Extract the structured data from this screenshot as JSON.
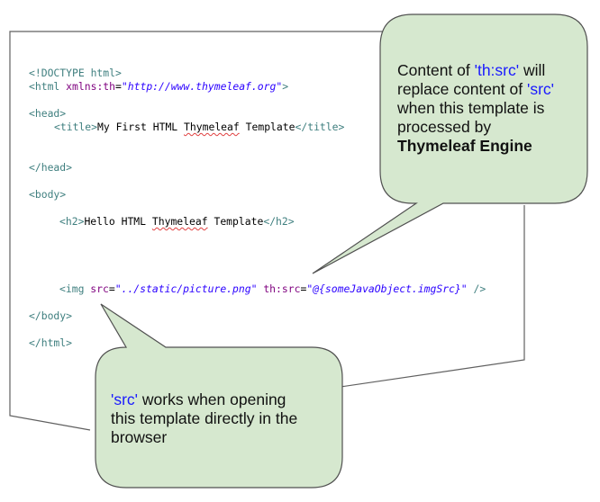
{
  "code": {
    "doctype": "<!DOCTYPE html>",
    "html_open": {
      "tag_start": "<html ",
      "attr": "xmlns:th",
      "eq": "=",
      "value": "\"http://www.thymeleaf.org\"",
      "tag_end": ">"
    },
    "head_open": "<head>",
    "title_line": {
      "open": "<title>",
      "text_before": "My First HTML ",
      "squiggle": "Thymeleaf",
      "text_after": " Template",
      "close": "</title>"
    },
    "head_close": "</head>",
    "body_open": "<body>",
    "h2_line": {
      "open": "<h2>",
      "text_before": "Hello HTML ",
      "squiggle": "Thymeleaf",
      "text_after": " Template",
      "close": "</h2>"
    },
    "img_line": {
      "tag_start": "<img ",
      "attr1": "src",
      "value1": "\"../static/picture.png\"",
      "attr2": "th:src",
      "value2": "\"@{someJavaObject.imgSrc}\"",
      "tag_end": " />"
    },
    "body_close": "</body>",
    "html_close": "</html>"
  },
  "callout_right": {
    "line1_a": "Content of ",
    "line1_b": "'th:src'",
    "line1_c": " will",
    "line2_a": "replace content of ",
    "line2_b": "'src'",
    "line3": "when this template is",
    "line4": "processed by",
    "line5": "Thymeleaf Engine"
  },
  "callout_bottom": {
    "line1_a": "'src'",
    "line1_b": " works when opening",
    "line2": "this template directly in the",
    "line3": "browser"
  },
  "colors": {
    "bubble_fill": "#d6e8cf",
    "bubble_stroke": "#505050",
    "highlight_blue": "#1a1aff"
  }
}
